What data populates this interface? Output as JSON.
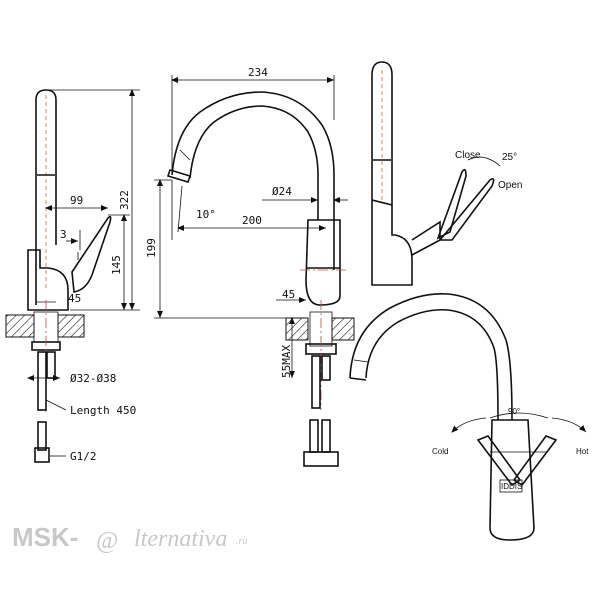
{
  "side_view": {
    "dim_322": "322",
    "dim_99": "99",
    "dim_3": "3",
    "dim_145": "145",
    "dim_45": "45",
    "dim_hole": "Ø32-Ø38",
    "dim_length": "Length 450",
    "dim_thread": "G1/2"
  },
  "front_view": {
    "dim_234": "234",
    "dim_24": "Ø24",
    "dim_10deg": "10°",
    "dim_200": "200",
    "dim_199": "199",
    "dim_45": "45",
    "dim_55max": "55MAX"
  },
  "lever_detail": {
    "close_label": "Close",
    "angle_label": "25°",
    "open_label": "Open"
  },
  "top_view": {
    "rotation_label": "90°",
    "cold_label": "Cold",
    "hot_label": "Hot",
    "brand_mark": "IDDIS"
  },
  "watermark": {
    "prefix": "MSK-",
    "at_symbol": "@",
    "suffix": "lternativa",
    "tld": ".ru"
  },
  "colors": {
    "line": "#111111",
    "hidden_line": "#c88a3a",
    "center_line": "#b05050",
    "hot_arrow": "#c04040",
    "cold_arrow": "#4060c0",
    "watermark": "#c8c8c8"
  }
}
